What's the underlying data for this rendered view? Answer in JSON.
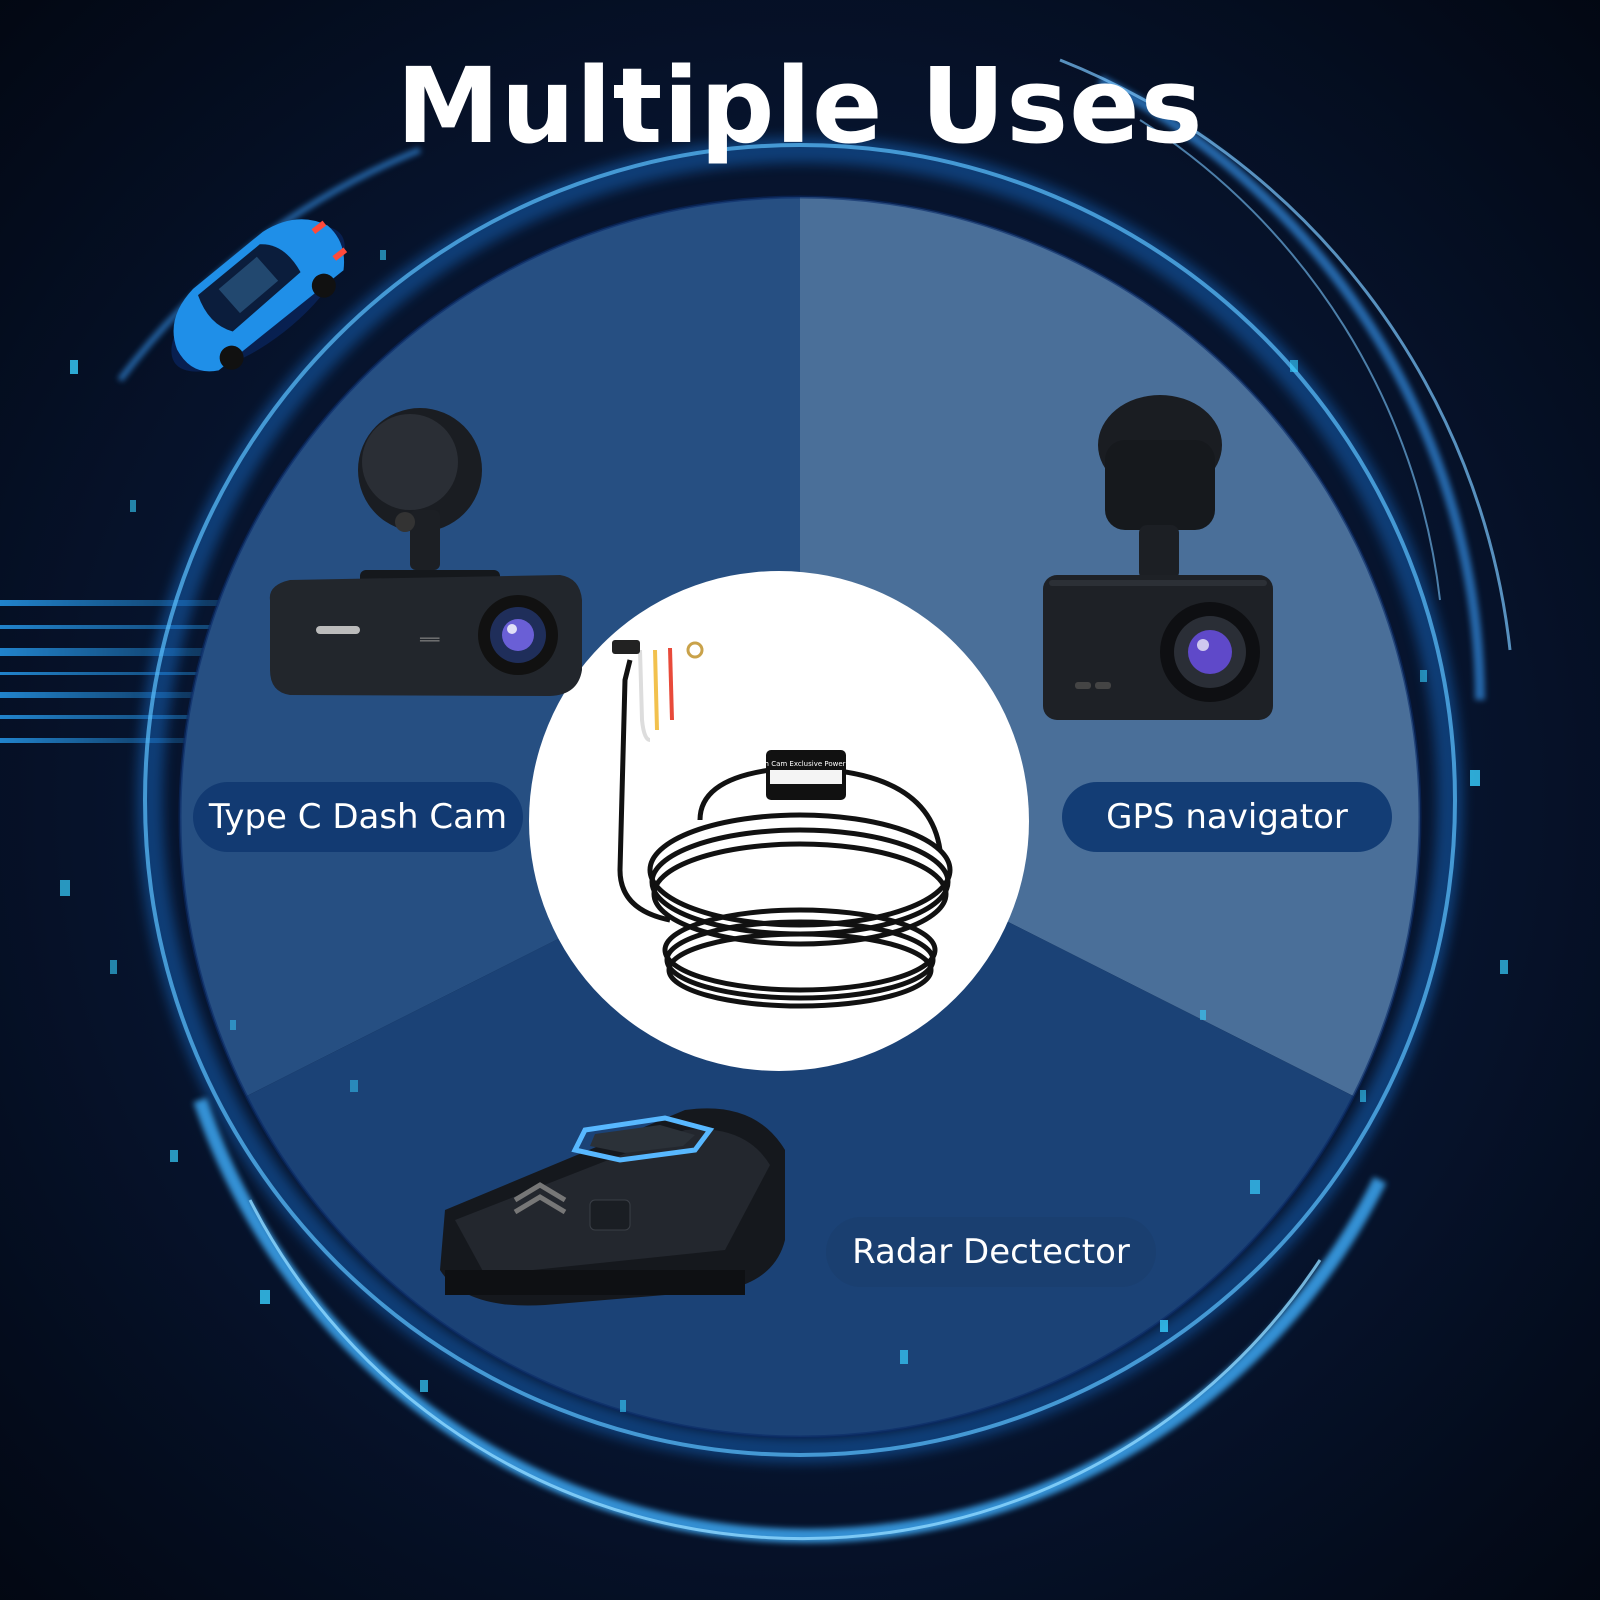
{
  "title": "Multiple Uses",
  "labels": {
    "dash_cam": "Type C Dash Cam",
    "gps": "GPS navigator",
    "radar": "Radar Dectector"
  },
  "power_box_text": "Dash Cam Exclusive Power Box",
  "colors": {
    "background": "#040a18",
    "sector_top_left": "#264f82",
    "sector_top_right": "#4a6f99",
    "sector_bottom": "#1b4276",
    "glow": "#1e8bff",
    "label_pill": "#123a72"
  },
  "icons": [
    "car-icon",
    "dash-cam-icon",
    "gps-navigator-icon",
    "radar-detector-icon",
    "power-cable-icon"
  ]
}
